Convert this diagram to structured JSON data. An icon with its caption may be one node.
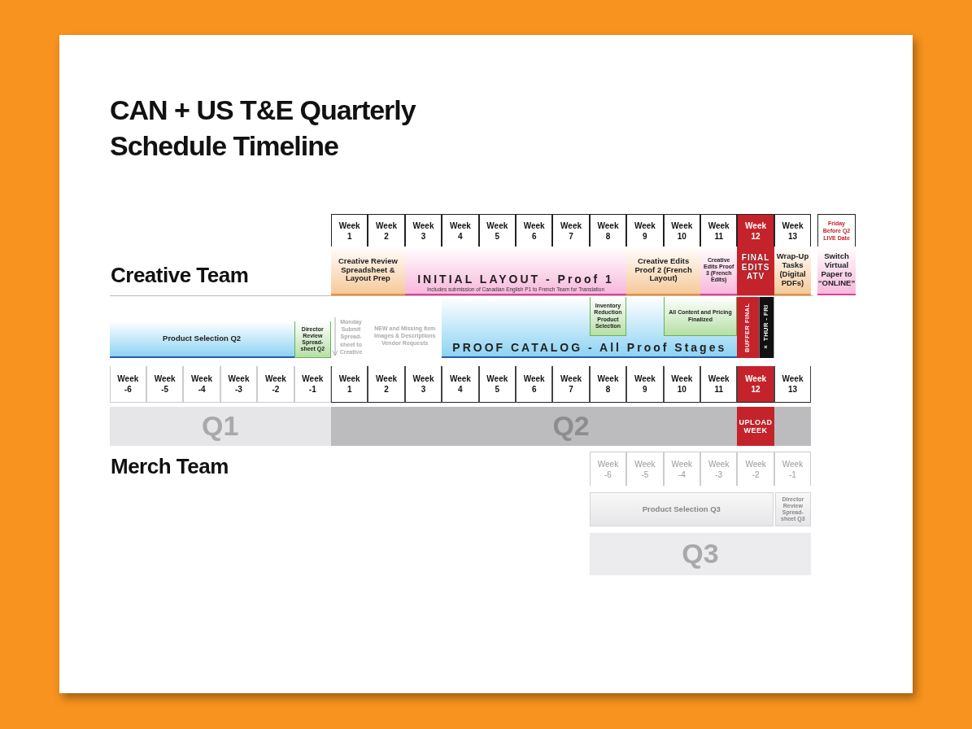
{
  "diagram": {
    "title": "CAN + US T&E Quarterly Schedule Timeline",
    "nodes": [
      {
        "text": [
          "Creative Review Spreadsheet & Layout Prep"
        ]
      },
      {
        "text": [
          "INITIAL LAYOUT - Proof 1",
          "Includes submission of Canadian English P1 to French Team for Translation"
        ]
      },
      {
        "text": [
          "Creative Edits Proof 2 (French Layout)"
        ]
      },
      {
        "text": [
          "Creative Edits Proof 3 (French Edits)"
        ]
      },
      {
        "text": [
          "FINAL EDITS ATV"
        ]
      },
      {
        "text": [
          "Wrap-Up Tasks (Digital PDFs)"
        ]
      },
      {
        "text": [
          "Switch Virtual Paper to “ONLINE”"
        ]
      },
      {
        "text": [
          "Product Selection Q2"
        ]
      },
      {
        "text": [
          "Director Review Spread- sheet Q2"
        ]
      },
      {
        "text": [
          "PROOF CATALOG - All Proof Stages"
        ]
      },
      {
        "text": [
          "Inventory Reduction Product Selection"
        ],
        "in": 9
      },
      {
        "text": [
          "All Content and Pricing Finalized"
        ],
        "in": 9
      },
      {
        "text": [
          "BUFFER FINAL"
        ]
      },
      {
        "text": [
          "× THUR - FRI"
        ]
      },
      {
        "text": [
          "Q1"
        ]
      },
      {
        "text": [
          "Q2"
        ]
      },
      {
        "text": [
          "UPLOAD WEEK"
        ],
        "in": 15
      },
      {
        "text": [
          "Product Selection Q3"
        ]
      },
      {
        "text": [
          "Director Review Spread- sheet Q3"
        ]
      },
      {
        "text": [
          "Q3"
        ]
      }
    ],
    "labels": [
      "Creative Team",
      "Week 1",
      "Week 2",
      "Week 3",
      "Week 4",
      "Week 5",
      "Week 6",
      "Week 7",
      "Week 8",
      "Week 9",
      "Week 10",
      "Week 11",
      "Week 12",
      "Week 13",
      "Friday Before Q2 LIVE Date",
      "Monday Submit Spread- sheet to Creative",
      "NEW and Missing Item Images & Descriptions Vendor Requests",
      "Week -6",
      "Week -5",
      "Week -4",
      "Week -3",
      "Week -2",
      "Week -1",
      "Week 1",
      "Week 2",
      "Week 3",
      "Week 4",
      "Week 5",
      "Week 6",
      "Week 7",
      "Week 8",
      "Week 9",
      "Week 10",
      "Week 11",
      "Week 12",
      "Week 13",
      "Merch Team",
      "Week -6",
      "Week -5",
      "Week -4",
      "Week -3",
      "Week -2",
      "Week -1"
    ]
  }
}
